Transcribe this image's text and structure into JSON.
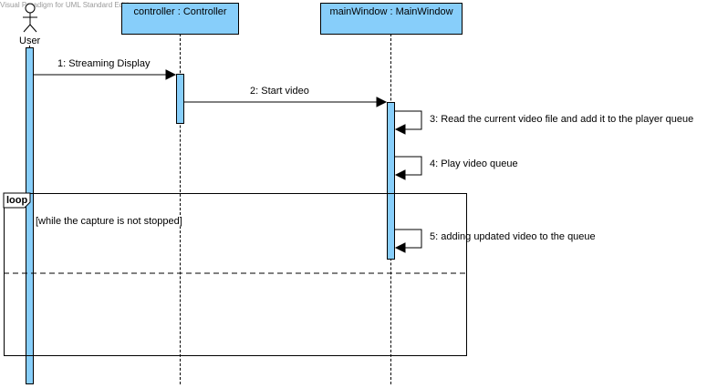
{
  "watermark": "Visual Paradigm for UML Standard Edition",
  "actor": {
    "name": "User"
  },
  "lifelines": {
    "controller": "controller : Controller",
    "main_window": "mainWindow : MainWindow"
  },
  "messages": [
    {
      "label": "1: Streaming Display"
    },
    {
      "label": "2: Start video"
    },
    {
      "label": "3: Read the current video file and add it to the player queue"
    },
    {
      "label": "4: Play video queue"
    },
    {
      "label": "5: adding updated video to the queue"
    }
  ],
  "fragment": {
    "operator": "loop",
    "guard": "[while the capture is not stopped]"
  },
  "colors": {
    "fill": "#87CEFA",
    "line": "#000000"
  }
}
